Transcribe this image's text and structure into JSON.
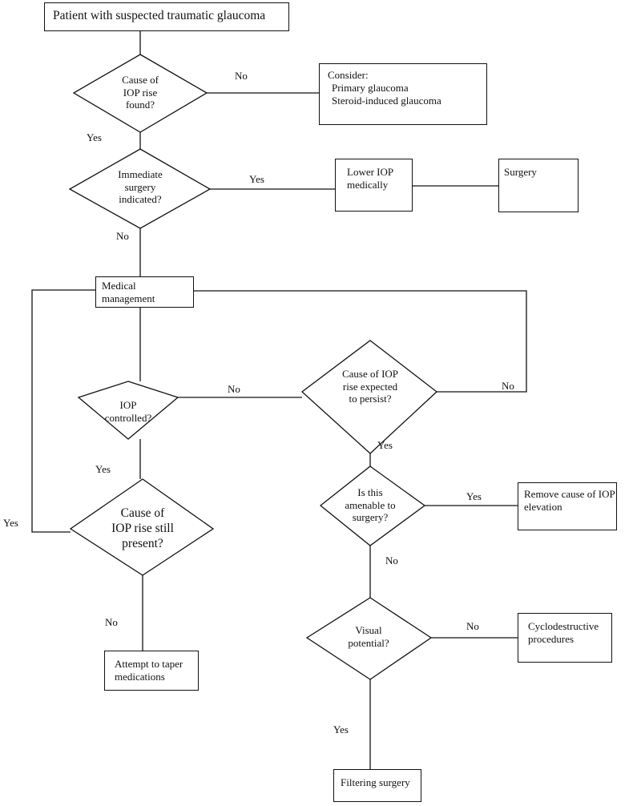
{
  "nodes": {
    "start": {
      "text": "Patient with suspected traumatic glaucoma"
    },
    "cause_found": {
      "lines": [
        "Cause of",
        "IOP rise",
        "found?"
      ]
    },
    "consider": {
      "title": "Consider:",
      "items": [
        "Primary glaucoma",
        "Steroid-induced glaucoma"
      ]
    },
    "immediate_surgery": {
      "lines": [
        "Immediate",
        "surgery",
        "indicated?"
      ]
    },
    "lower_iop": {
      "lines": [
        "Lower IOP",
        "medically"
      ]
    },
    "surgery": {
      "text": "Surgery"
    },
    "medical_mgmt": {
      "lines": [
        "Medical",
        "management"
      ]
    },
    "iop_controlled": {
      "lines": [
        "IOP",
        "controlled?"
      ]
    },
    "expected_persist": {
      "lines": [
        "Cause of IOP",
        "rise expected",
        "to persist?"
      ]
    },
    "still_present": {
      "lines": [
        "Cause of",
        "IOP rise still",
        "present?"
      ]
    },
    "amenable": {
      "lines": [
        "Is this",
        "amenable to",
        "surgery?"
      ]
    },
    "remove_cause": {
      "lines": [
        "Remove cause of IOP",
        "elevation"
      ]
    },
    "taper": {
      "lines": [
        "Attempt to taper",
        "medications"
      ]
    },
    "visual": {
      "lines": [
        "Visual",
        "potential?"
      ]
    },
    "cyclo": {
      "lines": [
        "Cyclodestructive",
        "procedures"
      ]
    },
    "filtering": {
      "text": "Filtering surgery"
    }
  },
  "labels": {
    "cause_no": "No",
    "cause_yes": "Yes",
    "surgery_yes": "Yes",
    "surgery_no": "No",
    "controlled_no": "No",
    "persist_no": "No",
    "persist_yes": "Yes",
    "controlled_yes": "Yes",
    "present_yes": "Yes",
    "amenable_yes": "Yes",
    "amenable_no": "No",
    "present_no": "No",
    "visual_no": "No",
    "visual_yes": "Yes"
  }
}
